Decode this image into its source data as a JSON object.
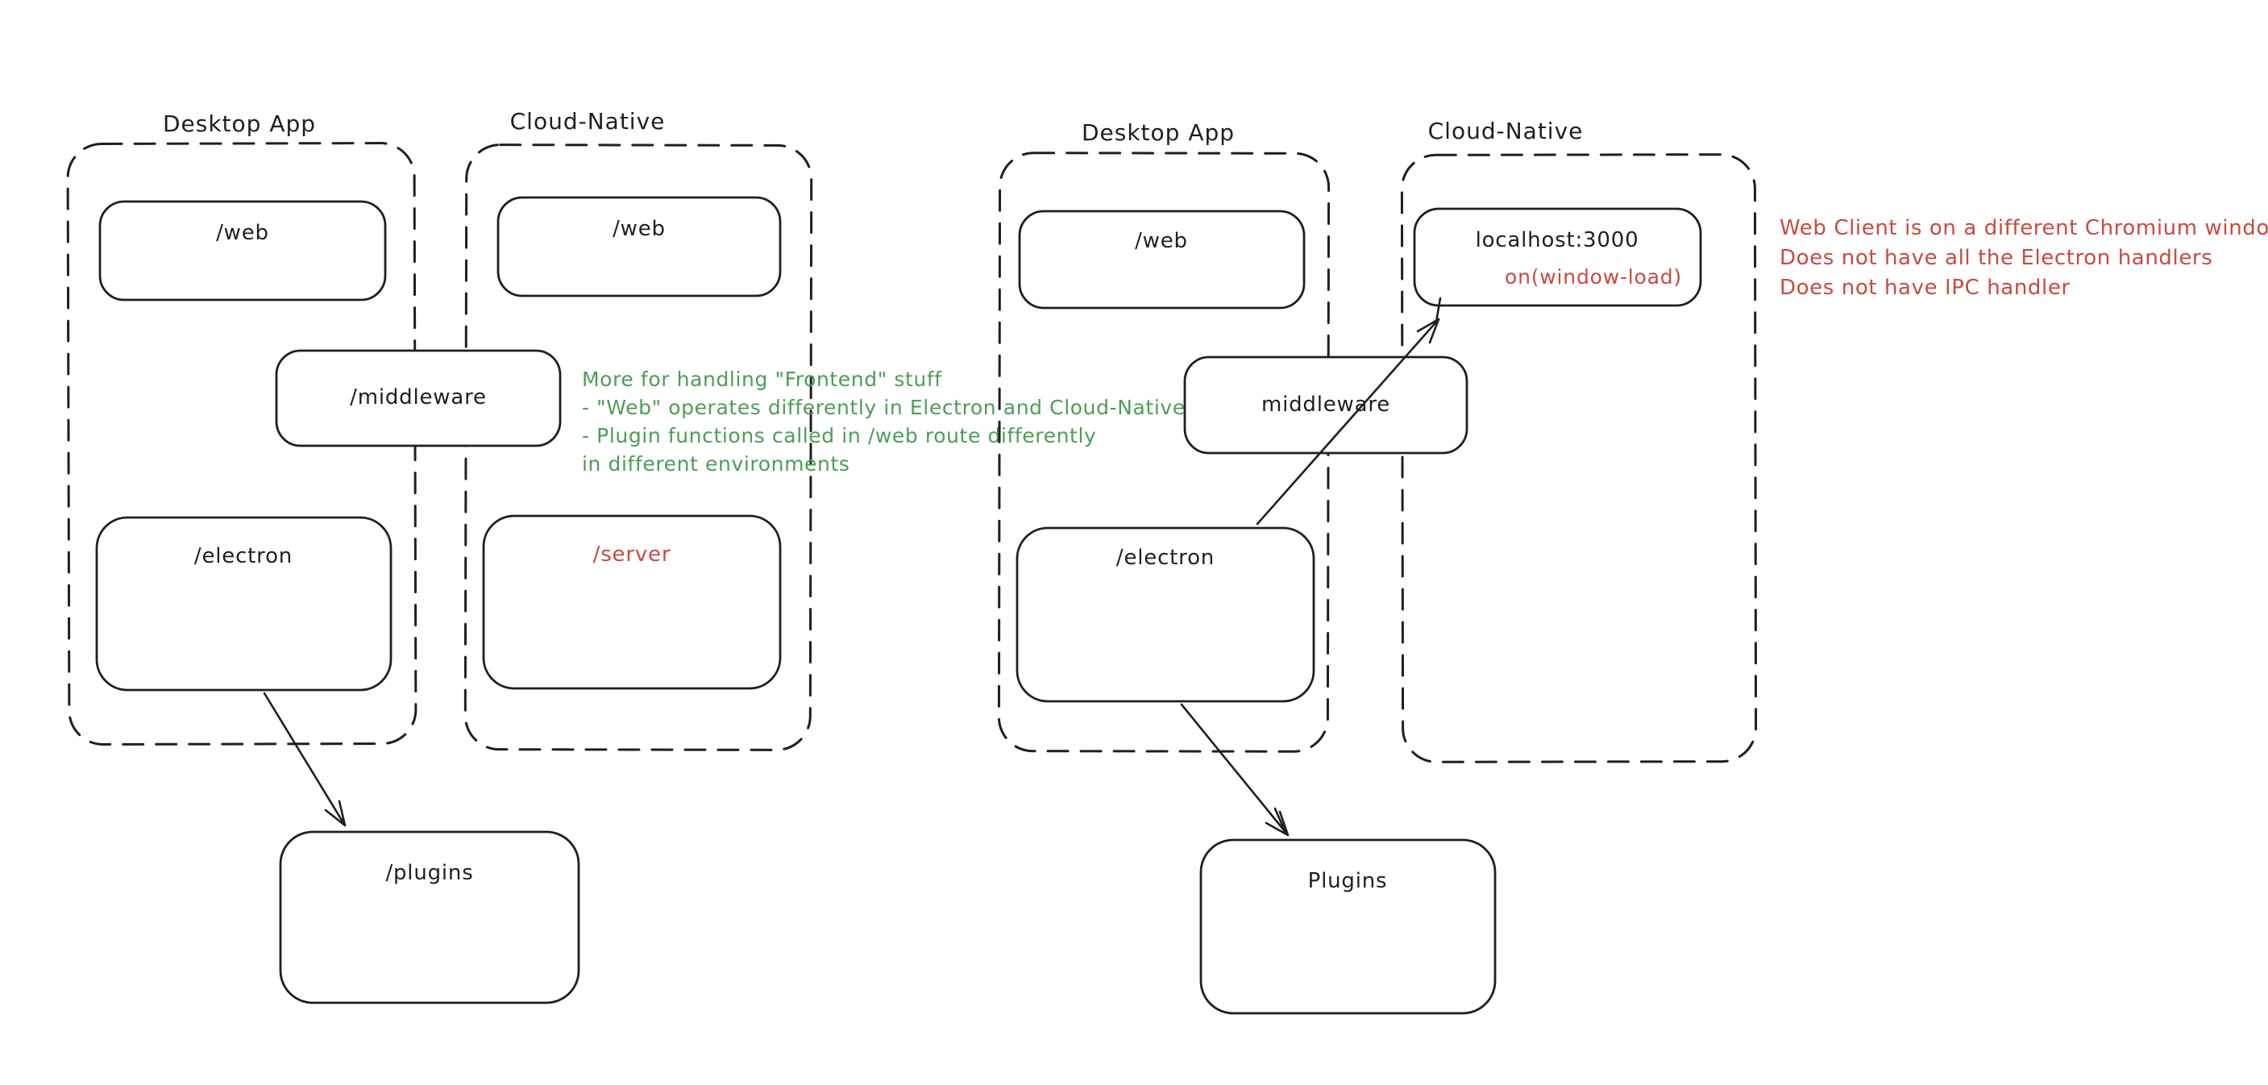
{
  "canvas": {
    "background": "#ffffff",
    "ink_color": "#1f1f1f",
    "green_color": "#4d9d57",
    "red_color": "#c84a41"
  },
  "left_diagram": {
    "desktop_container_label": "Desktop App",
    "cloud_container_label": "Cloud-Native",
    "web_desktop_box": "/web",
    "web_cloud_box": "/web",
    "middleware_box": "/middleware",
    "electron_box": "/electron",
    "server_box": "/server",
    "plugins_box": "/plugins",
    "note_lines": [
      "More for handling \"Frontend\" stuff",
      "- \"Web\" operates differently in Electron and Cloud-Native",
      "- Plugin functions called in /web route differently",
      "in different environments"
    ]
  },
  "right_diagram": {
    "desktop_container_label": "Desktop App",
    "cloud_container_label": "Cloud-Native",
    "web_box": "/web",
    "middleware_box": "middleware",
    "electron_box": "/electron",
    "localhost_box_title": "localhost:3000",
    "localhost_box_subtitle": "on(window-load)",
    "plugins_box": "Plugins",
    "note_lines": [
      "Web Client is on a different Chromium window",
      "Does not have all the Electron handlers",
      "Does not have IPC handler"
    ]
  }
}
